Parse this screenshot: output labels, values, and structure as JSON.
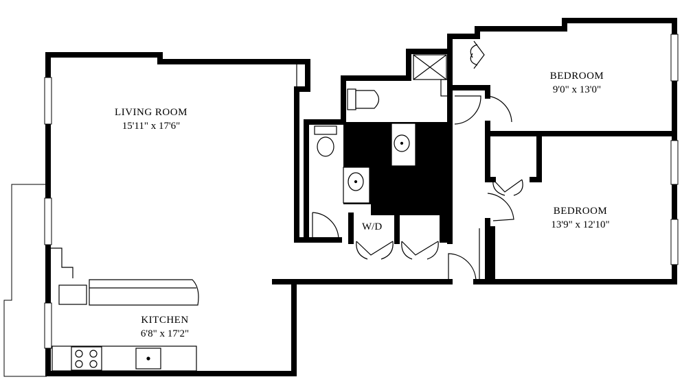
{
  "rooms": {
    "living_room": {
      "name": "LIVING ROOM",
      "dims": "15'11\" x 17'6\""
    },
    "bedroom_1": {
      "name": "BEDROOM",
      "dims": "9'0\" x 13'0\""
    },
    "bedroom_2": {
      "name": "BEDROOM",
      "dims": "13'9\" x 12'10\""
    },
    "kitchen": {
      "name": "KITCHEN",
      "dims": "6'8\" x 17'2\""
    },
    "laundry": {
      "name": "W/D"
    }
  },
  "colors": {
    "wall": "#000000",
    "background": "#ffffff",
    "fixture_fill": "#ffffff"
  }
}
